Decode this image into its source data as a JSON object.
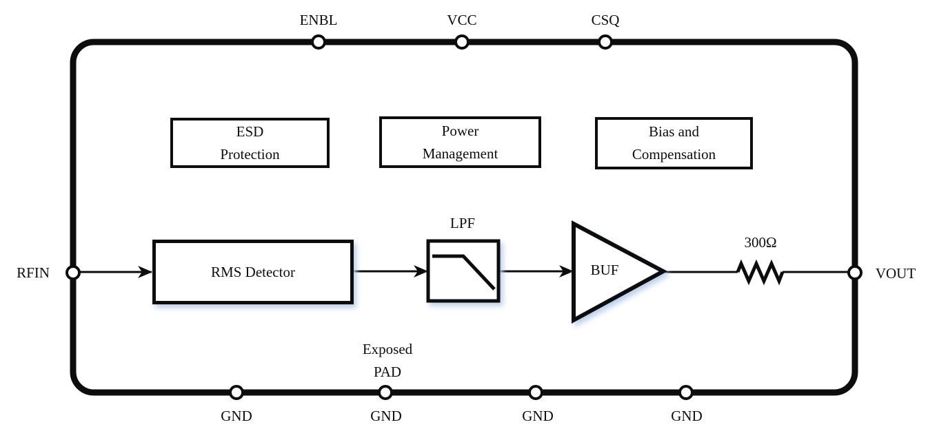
{
  "pins": {
    "enbl": "ENBL",
    "vcc": "VCC",
    "csq": "CSQ",
    "rfin": "RFIN",
    "vout": "VOUT",
    "gnd_labels": [
      "GND",
      "GND",
      "GND",
      "GND"
    ],
    "exposed_pad": {
      "line1": "Exposed",
      "line2": "PAD"
    }
  },
  "blocks": {
    "esd": {
      "line1": "ESD",
      "line2": "Protection"
    },
    "power": {
      "line1": "Power",
      "line2": "Management"
    },
    "bias": {
      "line1": "Bias and",
      "line2": "Compensation"
    },
    "rms": "RMS Detector",
    "lpf": "LPF",
    "buf": "BUF"
  },
  "components": {
    "output_resistor": "300Ω"
  },
  "colors": {
    "line": "#0d0d0d",
    "background": "#ffffff",
    "shadow": "#b8cdeb"
  }
}
